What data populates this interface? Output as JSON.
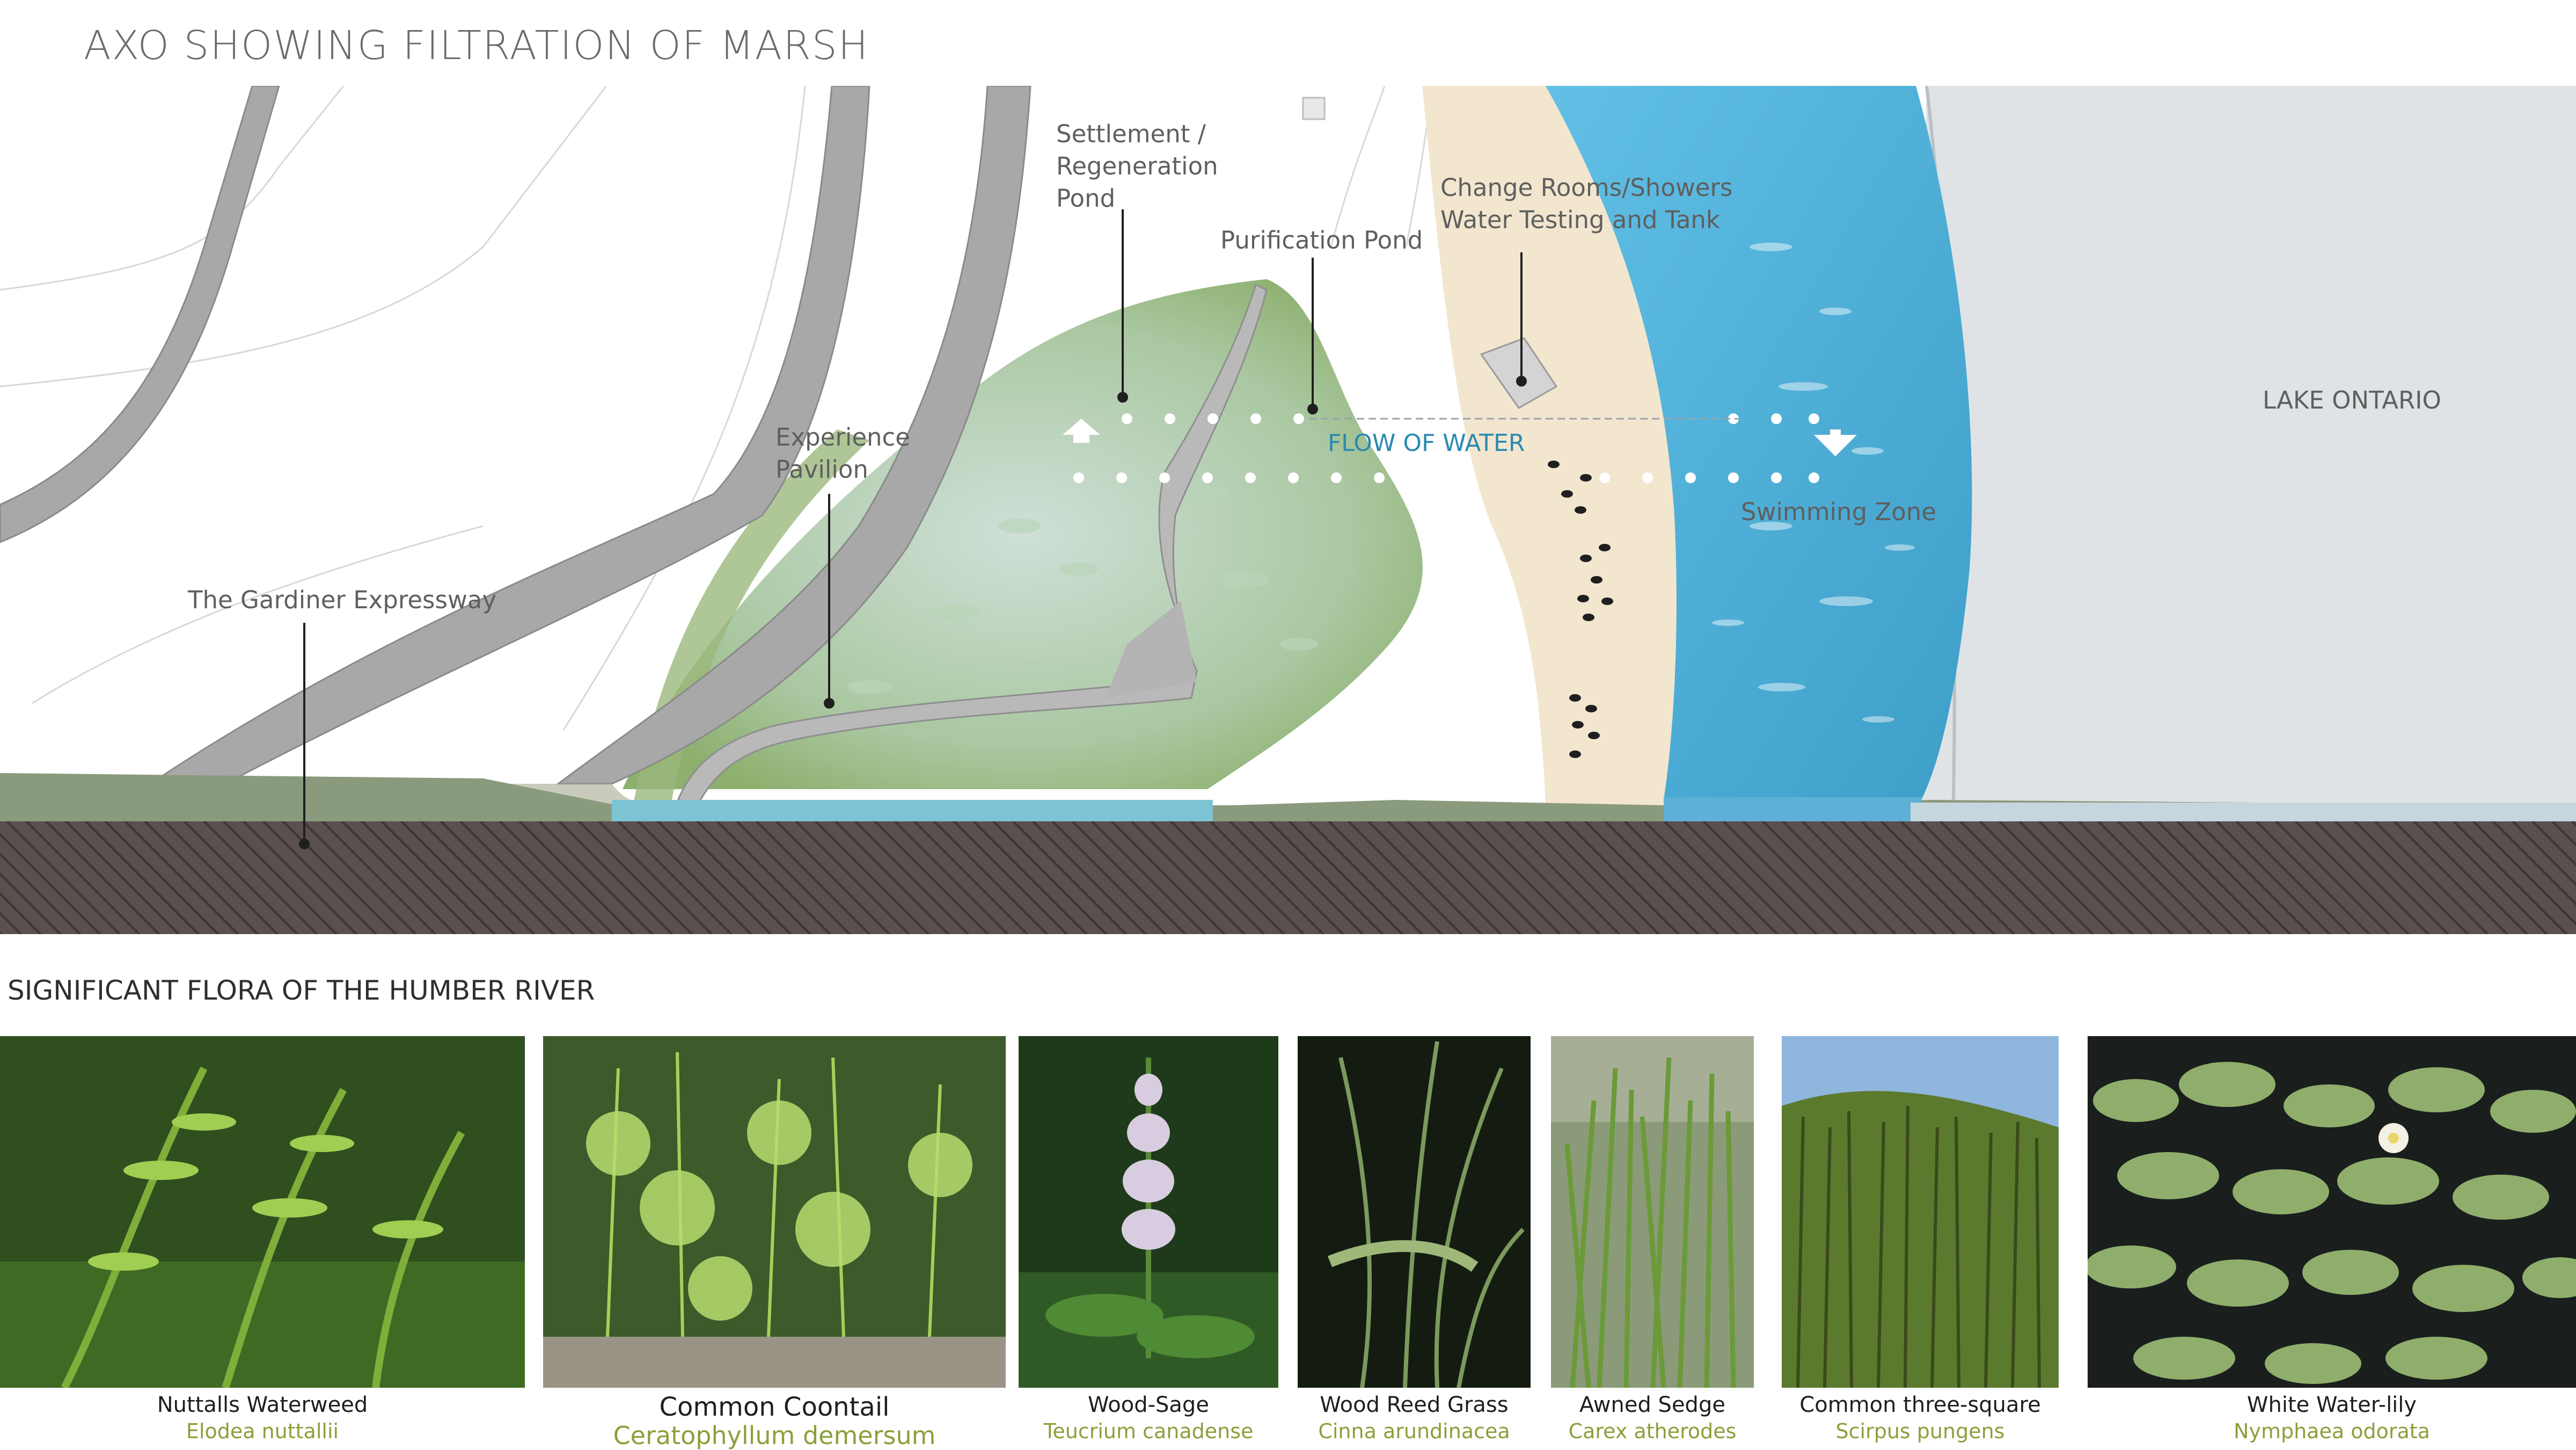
{
  "title": "AXO SHOWING FILTRATION OF MARSH",
  "labels": {
    "gardiner": "The Gardiner Expressway",
    "pavilion_line1": "Experience",
    "pavilion_line2": "Pavilion",
    "settlement_line1": "Settlement /",
    "settlement_line2": "Regeneration",
    "settlement_line3": "Pond",
    "purification": "Purification Pond",
    "change_line1": "Change Rooms/Showers",
    "change_line2": "Water Testing and Tank",
    "flow": "FLOW OF WATER",
    "swimming": "Swimming Zone",
    "lake": "LAKE ONTARIO"
  },
  "flora_title": "SIGNIFICANT FLORA OF THE HUMBER RIVER",
  "flora": [
    {
      "common": "Nuttalls Waterweed",
      "latin": "Elodea nuttallii"
    },
    {
      "common": "Common Coontail",
      "latin": "Ceratophyllum demersum"
    },
    {
      "common": "Wood-Sage",
      "latin": "Teucrium canadense"
    },
    {
      "common": "Wood Reed Grass",
      "latin": "Cinna arundinacea"
    },
    {
      "common": "Awned Sedge",
      "latin": "Carex atherodes"
    },
    {
      "common": "Common three-square",
      "latin": "Scirpus pungens"
    },
    {
      "common": "White Water-lily",
      "latin": "Nymphaea odorata"
    }
  ],
  "colors": {
    "water_blue": "#5db8dc",
    "flow_text": "#2a8ab0",
    "latin_green": "#8aa03a",
    "ground": "#5a5050",
    "lake_grey": "#dfe3e6",
    "sand": "#f2e6cf"
  }
}
